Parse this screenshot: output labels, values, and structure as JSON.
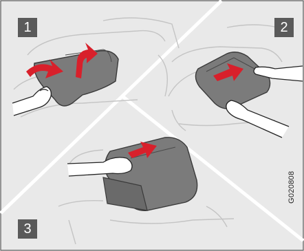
{
  "steps": [
    {
      "number": "1"
    },
    {
      "number": "2"
    },
    {
      "number": "3"
    }
  ],
  "figure_code": "G020808",
  "colors": {
    "panel_bg": "#e9e9e9",
    "cushion": "#7b7b7b",
    "cushion_edge": "#3a3a3a",
    "arrow": "#d8202b",
    "badge": "#5a5a5a",
    "line": "#c4c4c4"
  }
}
